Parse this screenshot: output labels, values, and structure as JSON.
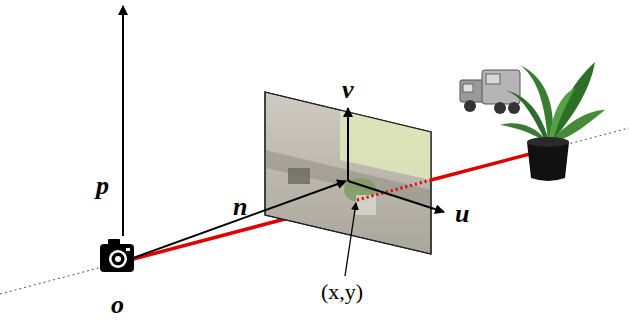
{
  "diagram": {
    "labels": [
      "v",
      "p",
      "n",
      "u",
      "(x,y)",
      "o"
    ]
  }
}
